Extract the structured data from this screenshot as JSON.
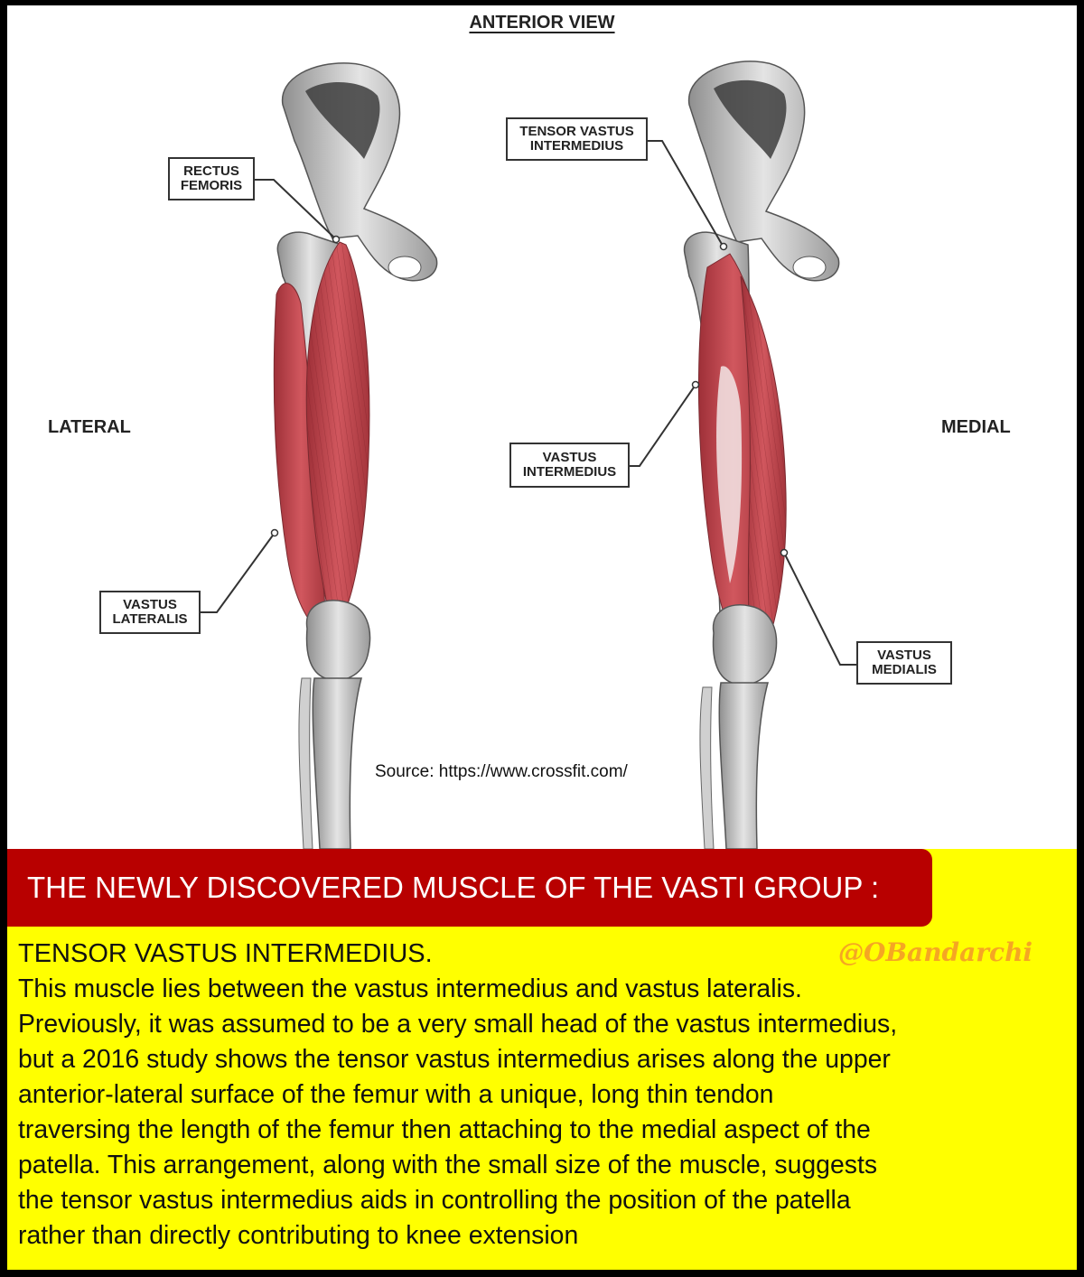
{
  "diagram": {
    "title": "ANTERIOR VIEW",
    "side_left": "LATERAL",
    "side_right": "MEDIAL",
    "labels": {
      "rectus_femoris": [
        "RECTUS",
        "FEMORIS"
      ],
      "vastus_lateralis": [
        "VASTUS",
        "LATERALIS"
      ],
      "tensor_vastus_intermedius": [
        "TENSOR VASTUS",
        "INTERMEDIUS"
      ],
      "vastus_intermedius": [
        "VASTUS",
        "INTERMEDIUS"
      ],
      "vastus_medialis": [
        "VASTUS",
        "MEDIALIS"
      ]
    },
    "source": "Source: https://www.crossfit.com/"
  },
  "banner": {
    "title": "THE NEWLY DISCOVERED MUSCLE OF THE VASTI GROUP :"
  },
  "body": {
    "heading": "TENSOR VASTUS INTERMEDIUS.",
    "handle": "@OBandarchi",
    "lines": [
      "This muscle lies between the vastus intermedius and vastus lateralis.",
      "Previously, it was assumed to be a very small head of the vastus intermedius,",
      "but a 2016 study shows the tensor vastus intermedius arises along the upper",
      "anterior-lateral surface of the femur with a unique, long thin tendon",
      "traversing the length of the femur then attaching to the medial aspect of the",
      "patella. This arrangement, along with the small size of the muscle, suggests",
      "the tensor vastus intermedius aids in controlling the position of the patella",
      "rather than directly contributing to knee extension"
    ]
  },
  "colors": {
    "banner": "#b80000",
    "panel": "#ffff00",
    "muscle": "#c8484f",
    "handle": "#f5a623"
  }
}
